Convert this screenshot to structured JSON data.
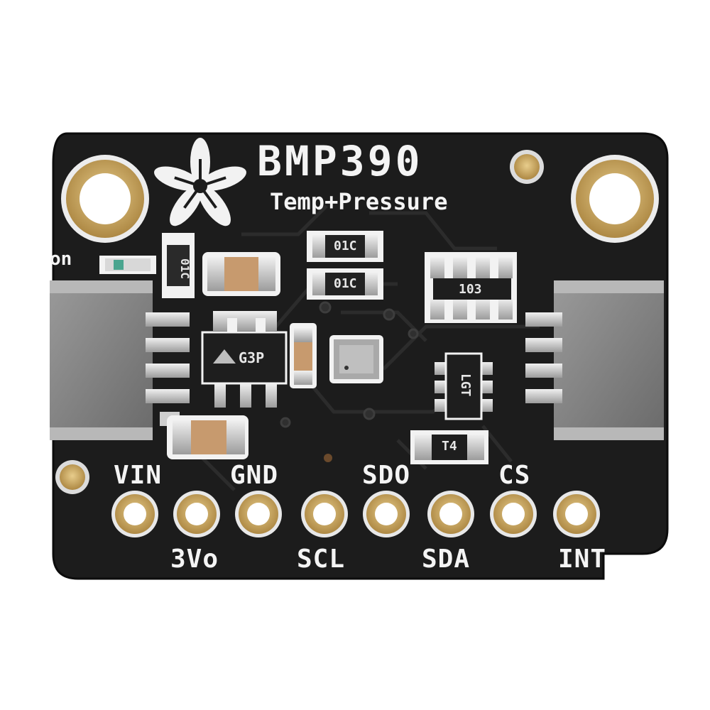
{
  "board": {
    "title": "BMP390",
    "subtitle": "Temp+Pressure",
    "led_label": "on",
    "logo_icon": "adafruit-flower-icon",
    "colors": {
      "pcb": "#1c1c1c",
      "silkscreen": "#f2f2f2",
      "gold": "#c7a15a",
      "solder": "#cfcfcf",
      "background": "#ffffff"
    }
  },
  "pins_top": [
    "VIN",
    "GND",
    "SDO",
    "CS"
  ],
  "pins_bottom": [
    "3Vo",
    "SCL",
    "SDA",
    "INT"
  ],
  "components": {
    "regulator_code": "G3P",
    "resistor_array_code": "103",
    "resistor_a_code": "01C",
    "resistor_b_code": "01C",
    "resistor_c_code": "01C",
    "mosfet_code": "LGT",
    "diode_code": "T4"
  }
}
